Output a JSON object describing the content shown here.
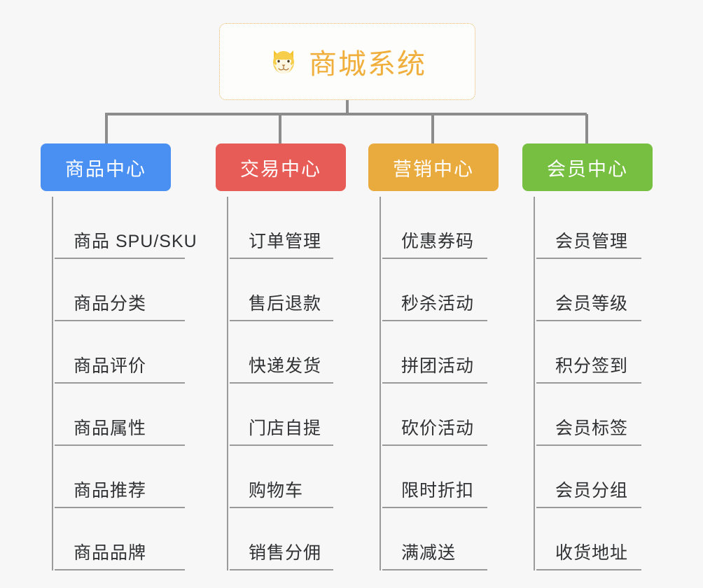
{
  "root": {
    "title": "商城系统",
    "icon": "shiba-inu-dog-face-emoji",
    "title_color": "#f0ae3c",
    "border_color": "#e8b563"
  },
  "connector_color": "#8c8c8c",
  "branches": [
    {
      "label": "商品中心",
      "color": "#4a90f2",
      "items": [
        "商品 SPU/SKU",
        "商品分类",
        "商品评价",
        "商品属性",
        "商品推荐",
        "商品品牌"
      ]
    },
    {
      "label": "交易中心",
      "color": "#e85c57",
      "items": [
        "订单管理",
        "售后退款",
        "快递发货",
        "门店自提",
        "购物车",
        "销售分佣"
      ]
    },
    {
      "label": "营销中心",
      "color": "#eaab3e",
      "items": [
        "优惠券码",
        "秒杀活动",
        "拼团活动",
        "砍价活动",
        "限时折扣",
        "满减送"
      ]
    },
    {
      "label": "会员中心",
      "color": "#76bf40",
      "items": [
        "会员管理",
        "会员等级",
        "积分签到",
        "会员标签",
        "会员分组",
        "收货地址"
      ]
    }
  ]
}
